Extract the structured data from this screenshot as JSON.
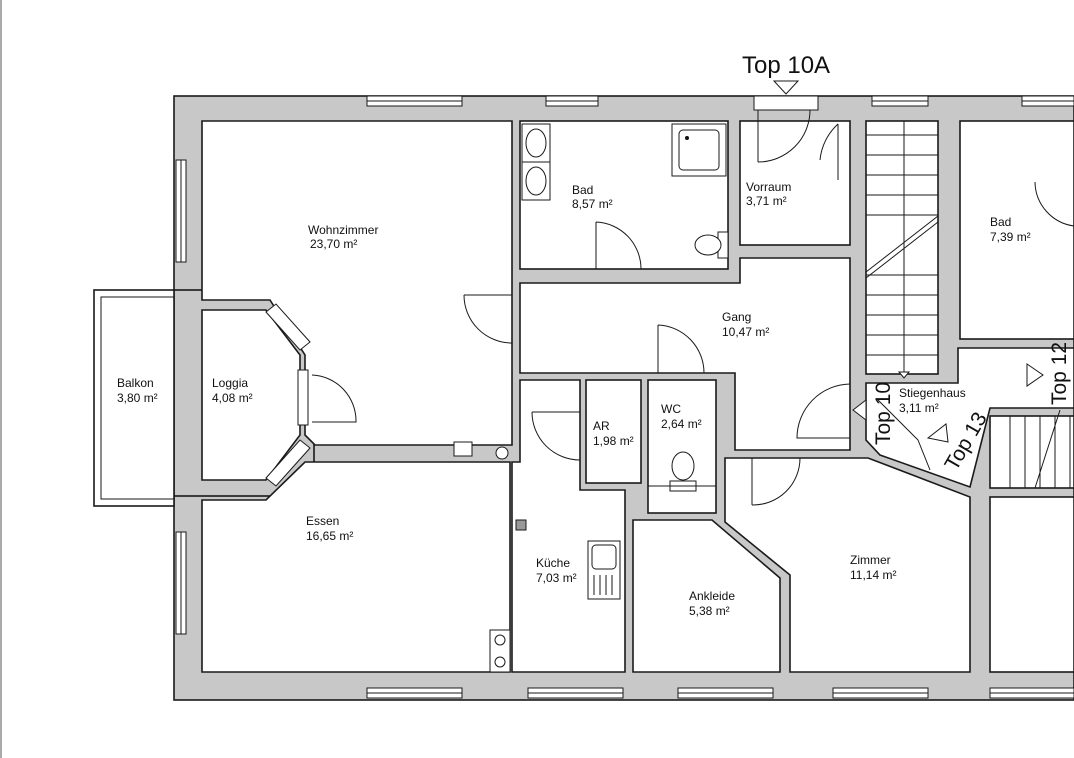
{
  "plan": {
    "entrance_label": "Top 10A",
    "rooms": {
      "wohnzimmer": {
        "name": "Wohnzimmer",
        "area": "23,70 m²"
      },
      "bad": {
        "name": "Bad",
        "area": "8,57 m²"
      },
      "vorraum": {
        "name": "Vorraum",
        "area": "3,71 m²"
      },
      "bad2": {
        "name": "Bad",
        "area": "7,39 m²"
      },
      "gang": {
        "name": "Gang",
        "area": "10,47 m²"
      },
      "balkon": {
        "name": "Balkon",
        "area": "3,80 m²"
      },
      "loggia": {
        "name": "Loggia",
        "area": "4,08 m²"
      },
      "ar": {
        "name": "AR",
        "area": "1,98 m²"
      },
      "wc": {
        "name": "WC",
        "area": "2,64 m²"
      },
      "stiegenhaus": {
        "name": "Stiegenhaus",
        "area": "3,11 m²"
      },
      "essen": {
        "name": "Essen",
        "area": "16,65 m²"
      },
      "kueche": {
        "name": "Küche",
        "area": "7,03 m²"
      },
      "ankleide": {
        "name": "Ankleide",
        "area": "5,38 m²"
      },
      "zimmer": {
        "name": "Zimmer",
        "area": "11,14 m²"
      }
    },
    "unit_labels": {
      "top10": "Top 10",
      "top12": "Top 12",
      "top13": "Top 13"
    },
    "colors": {
      "wall_fill": "#c8c8c8",
      "line": "#1a1a1a",
      "background": "#ffffff"
    }
  }
}
